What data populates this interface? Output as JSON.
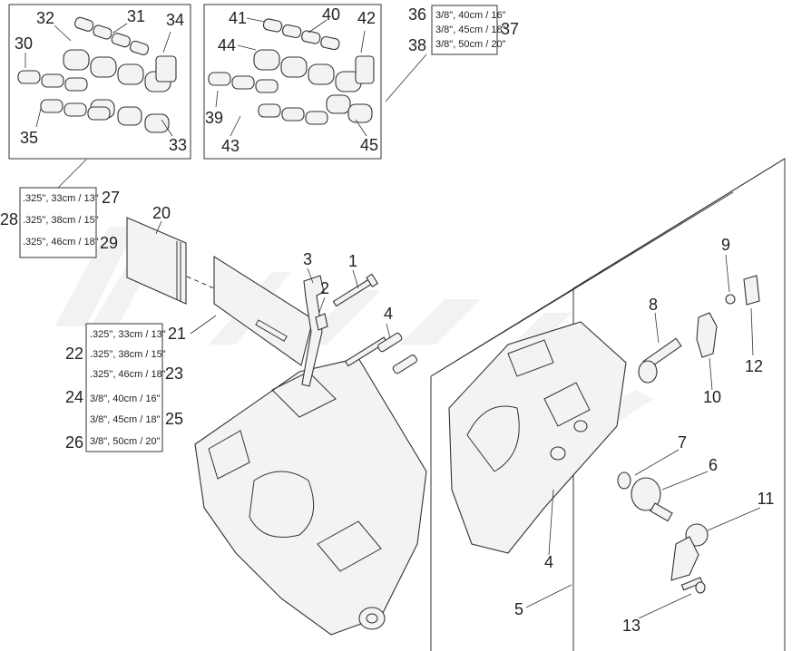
{
  "chain_box_a": {
    "callouts": [
      "32",
      "31",
      "34",
      "30",
      "35",
      "33"
    ]
  },
  "chain_box_b": {
    "callouts": [
      "41",
      "40",
      "42",
      "44",
      "39",
      "43",
      "45"
    ]
  },
  "chain_legend": {
    "callout_left_top": "36",
    "callout_left_bottom": "38",
    "callout_right": "37",
    "lines": [
      "3/8\", 40cm / 16\"",
      "3/8\", 45cm / 18\"",
      "3/8\", 50cm / 20\""
    ]
  },
  "bar_legend_a": {
    "callout_right_top": "27",
    "callout_left": "28",
    "callout_right_bottom": "29",
    "lines": [
      ".325\", 33cm / 13\"",
      ".325\", 38cm / 15\"",
      ".325\", 46cm / 18\""
    ]
  },
  "bar_legend_b": {
    "lines": [
      ".325\", 33cm / 13\"",
      ".325\", 38cm / 15\"",
      ".325\", 46cm / 18\"",
      "3/8\", 40cm / 16\"",
      "3/8\", 45cm / 18\"",
      "3/8\", 50cm / 20\""
    ],
    "callouts": [
      "22",
      "23",
      "24",
      "25",
      "26"
    ]
  },
  "part_callouts": {
    "p20": "20",
    "p21": "21",
    "p3": "3",
    "p2": "2",
    "p1": "1",
    "p4a": "4",
    "p4b": "4",
    "p5": "5",
    "p6": "6",
    "p7": "7",
    "p8": "8",
    "p9": "9",
    "p10": "10",
    "p11": "11",
    "p12": "12",
    "p13": "13"
  }
}
